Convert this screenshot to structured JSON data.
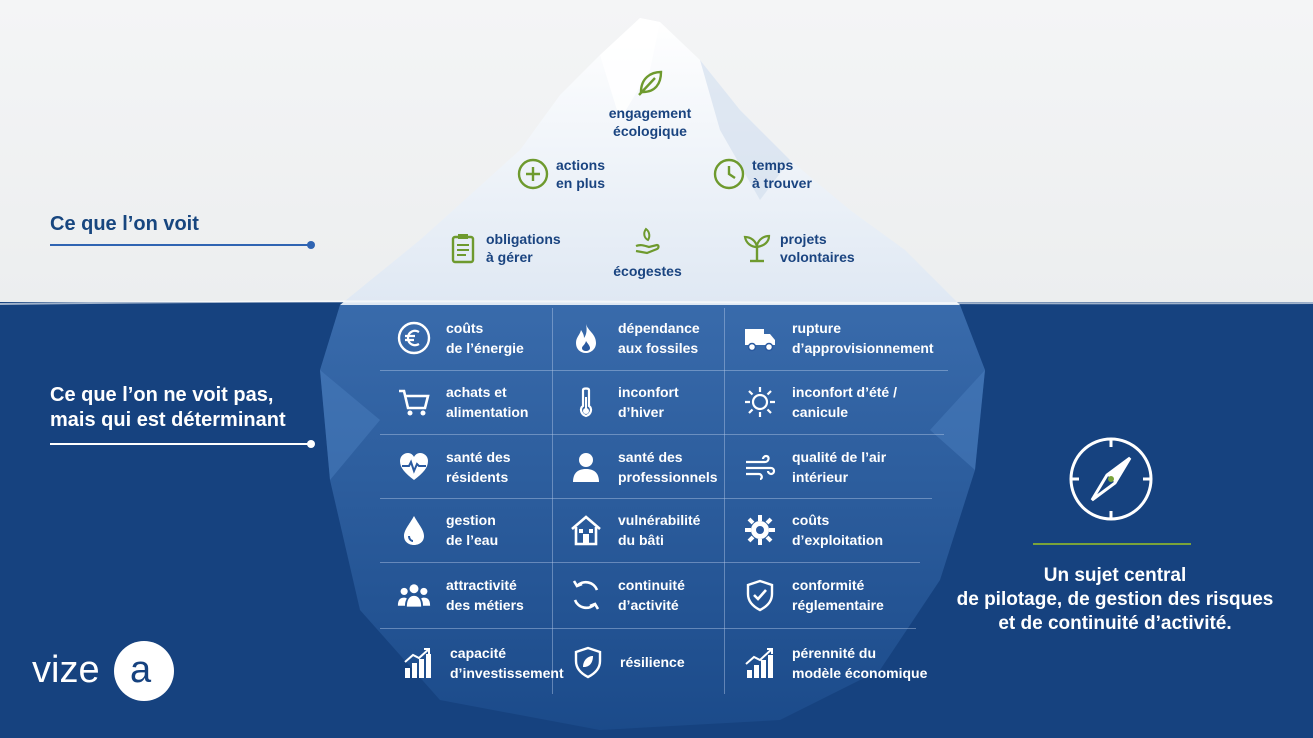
{
  "labels": {
    "visible": "Ce que l’on voit",
    "hidden_line1": "Ce que l’on ne voit pas,",
    "hidden_line2": "mais qui est déterminant"
  },
  "above_water": [
    {
      "id": "engagement",
      "icon": "leaf-icon",
      "line1": "engagement",
      "line2": "écologique"
    },
    {
      "id": "actions",
      "icon": "plus-circle-icon",
      "line1": "actions",
      "line2": "en plus"
    },
    {
      "id": "temps",
      "icon": "clock-icon",
      "line1": "temps",
      "line2": "à trouver"
    },
    {
      "id": "obligations",
      "icon": "clipboard-icon",
      "line1": "obligations",
      "line2": "à gérer"
    },
    {
      "id": "ecogestes",
      "icon": "hand-leaf-icon",
      "line1": "écogestes",
      "line2": ""
    },
    {
      "id": "projets",
      "icon": "sprout-icon",
      "line1": "projets",
      "line2": "volontaires"
    }
  ],
  "below_water": [
    {
      "icon": "euro-icon",
      "line1": "coûts",
      "line2": "de l’énergie"
    },
    {
      "icon": "flame-icon",
      "line1": "dépendance",
      "line2": "aux fossiles"
    },
    {
      "icon": "truck-icon",
      "line1": "rupture",
      "line2": "d’approvisionnement"
    },
    {
      "icon": "cart-icon",
      "line1": "achats et",
      "line2": "alimentation"
    },
    {
      "icon": "thermometer-icon",
      "line1": "inconfort",
      "line2": "d’hiver"
    },
    {
      "icon": "sun-icon",
      "line1": "inconfort d’été /",
      "line2": "canicule"
    },
    {
      "icon": "heart-pulse-icon",
      "line1": "santé des",
      "line2": "résidents"
    },
    {
      "icon": "person-icon",
      "line1": "santé des",
      "line2": "professionnels"
    },
    {
      "icon": "wind-icon",
      "line1": "qualité de l’air",
      "line2": "intérieur"
    },
    {
      "icon": "water-drop-icon",
      "line1": "gestion",
      "line2": "de l’eau"
    },
    {
      "icon": "house-icon",
      "line1": "vulnérabilité",
      "line2": "du bâti"
    },
    {
      "icon": "gear-icon",
      "line1": "coûts",
      "line2": "d’exploitation"
    },
    {
      "icon": "people-icon",
      "line1": "attractivité",
      "line2": "des métiers"
    },
    {
      "icon": "cycle-arrows-icon",
      "line1": "continuité",
      "line2": "d’activité"
    },
    {
      "icon": "shield-check-icon",
      "line1": "conformité",
      "line2": "réglementaire"
    },
    {
      "icon": "bar-chart-icon",
      "line1": "capacité",
      "line2": "d’investissement"
    },
    {
      "icon": "shield-leaf-icon",
      "line1": "résilience",
      "line2": ""
    },
    {
      "icon": "growth-chart-icon",
      "line1": "pérennité du",
      "line2": "modèle économique"
    }
  ],
  "conclusion": {
    "line1": "Un sujet central",
    "line2": "de pilotage, de gestion des risques",
    "line3": "et de continuité d’activité."
  },
  "logo_text": "vizea",
  "colors": {
    "navy": "#16427f",
    "label_blue": "#17467f",
    "accent_green": "#6e9a2e",
    "ice": "#ffffff",
    "rule_green": "#7aa33a"
  }
}
